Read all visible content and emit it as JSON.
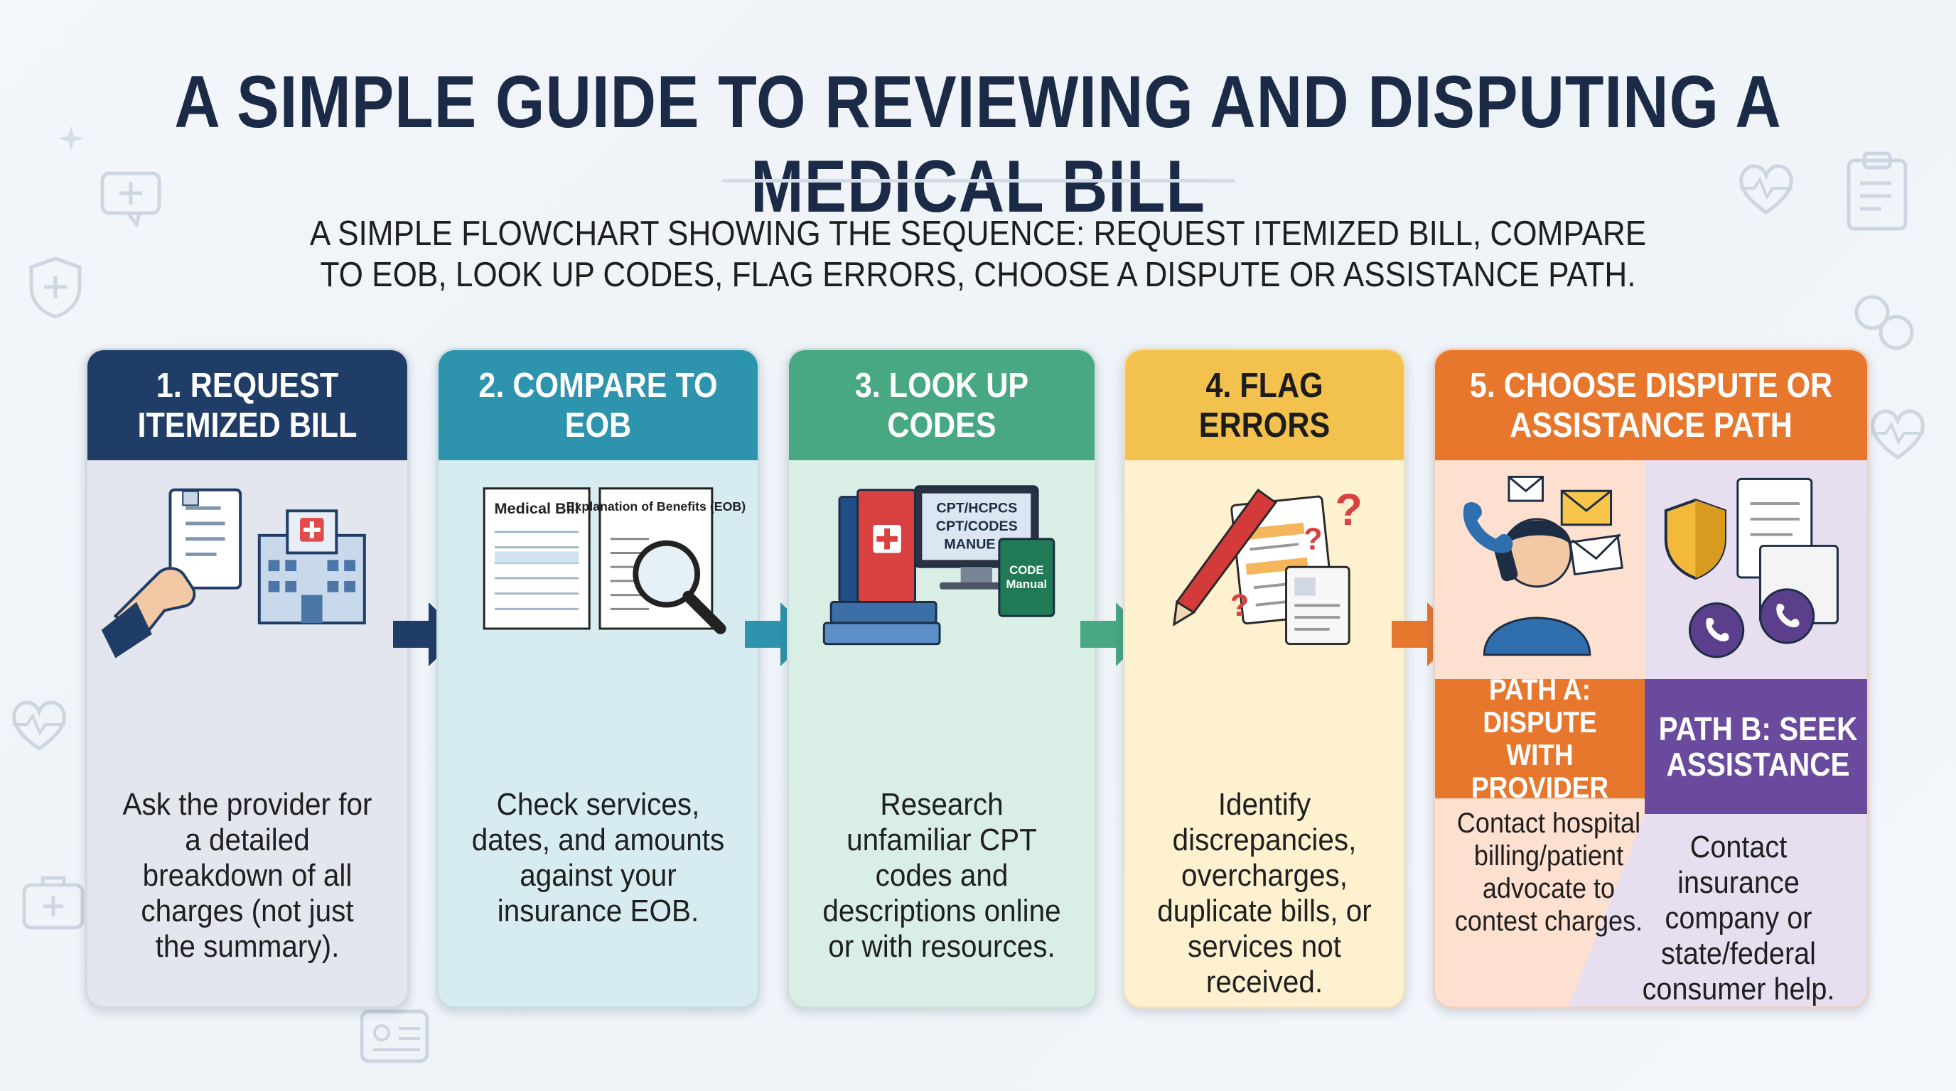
{
  "title": "A SIMPLE GUIDE TO REVIEWING AND DISPUTING A MEDICAL BILL",
  "subtitle": "A SIMPLE FLOWCHART SHOWING THE SEQUENCE: REQUEST ITEMIZED BILL, COMPARE TO EOB, LOOK UP CODES, FLAG ERRORS, CHOOSE A DISPUTE OR ASSISTANCE PATH.",
  "colors": {
    "step1": "#1f3d66",
    "step2": "#2e93ad",
    "step3": "#48a884",
    "step4": "#f2c14e",
    "step5": "#e8772e",
    "pathB": "#6a4a9c",
    "title": "#1b2a46"
  },
  "steps": [
    {
      "heading": "1. REQUEST ITEMIZED BILL",
      "description": "Ask the provider for a detailed breakdown of all charges (not just the summary).",
      "icon": "hand-bill-hospital-icon"
    },
    {
      "heading": "2. COMPARE TO EOB",
      "description": "Check services, dates, and amounts against your insurance EOB.",
      "icon": "bill-eob-magnifier-icon",
      "doc_left_label": "Medical Bill",
      "doc_right_label": "Explanation of Benefits (EOB)"
    },
    {
      "heading": "3. LOOK UP CODES",
      "description": "Research unfamiliar CPT codes and descriptions online or with resources.",
      "icon": "books-monitor-code-manual-icon",
      "monitor_label": "CPT/HCPCS CPT/CODES MANUE",
      "book_label": "CODE Manual"
    },
    {
      "heading": "4. FLAG ERRORS",
      "description": "Identify discrepancies, overcharges, duplicate bills, or services not received.",
      "icon": "pen-document-question-icon"
    },
    {
      "heading": "5. CHOOSE DISPUTE OR ASSISTANCE PATH",
      "icon": "phone-mail-shield-icon",
      "path_a": {
        "heading": "PATH A: DISPUTE WITH PROVIDER",
        "description": "Contact hospital billing/patient advocate to contest charges."
      },
      "path_b": {
        "heading": "PATH B: SEEK ASSISTANCE",
        "description": "Contact insurance company or state/federal consumer help."
      }
    }
  ]
}
